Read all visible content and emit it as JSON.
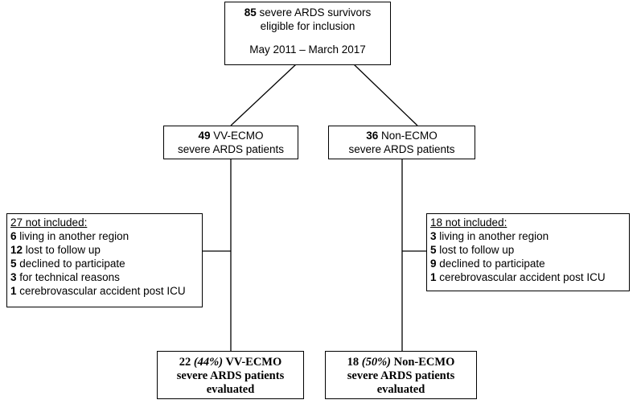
{
  "top": {
    "count": "85",
    "line1_rest": " severe ARDS survivors",
    "line2": "eligible for inclusion",
    "period": "May 2011 – March 2017"
  },
  "left_group": {
    "count": "49",
    "line1_rest": " VV-ECMO",
    "line2": "severe ARDS patients"
  },
  "right_group": {
    "count": "36",
    "line1_rest": " Non-ECMO",
    "line2": "severe ARDS patients"
  },
  "left_excluded": {
    "header": "27 not included:",
    "items": [
      {
        "n": "6",
        "text": " living in another region"
      },
      {
        "n": "12",
        "text": " lost to follow up"
      },
      {
        "n": "5",
        "text": " declined to participate"
      },
      {
        "n": "3",
        "text": " for technical reasons"
      },
      {
        "n": "1",
        "text": " cerebrovascular accident post ICU"
      }
    ]
  },
  "right_excluded": {
    "header": "18 not included:",
    "items": [
      {
        "n": "3",
        "text": " living in another region"
      },
      {
        "n": "5",
        "text": " lost to follow up"
      },
      {
        "n": "9",
        "text": " declined to participate"
      },
      {
        "n": "1",
        "text": " cerebrovascular accident post ICU"
      }
    ]
  },
  "left_result": {
    "count": "22 ",
    "pct": "(44%)",
    "line1_rest": " VV-ECMO",
    "line2": "severe ARDS patients",
    "line3": "evaluated"
  },
  "right_result": {
    "count": "18 ",
    "pct": "(50%)",
    "line1_rest": " Non-ECMO",
    "line2": "severe ARDS patients",
    "line3": "evaluated"
  }
}
